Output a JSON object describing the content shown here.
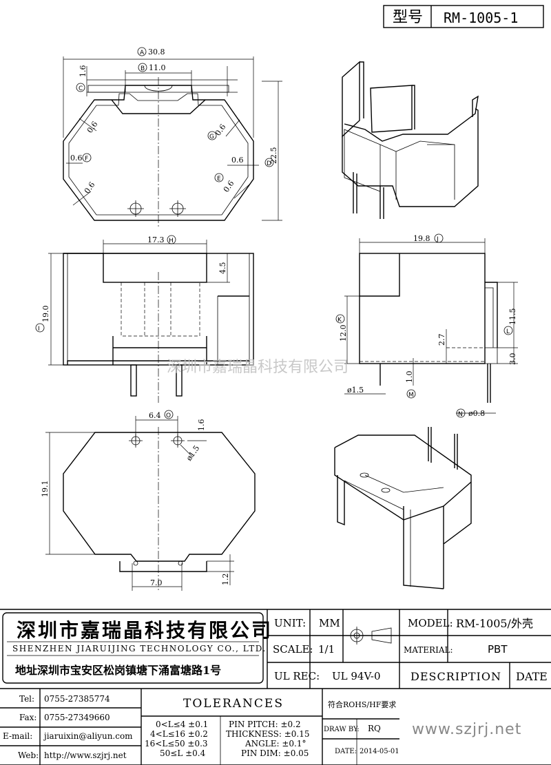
{
  "header": {
    "type_label": "型号",
    "model": "RM-1005-1"
  },
  "watermark": "深圳市嘉瑞晶科技有限公司",
  "dimensions": {
    "A": "30.8",
    "B": "11.0",
    "C": "1.6",
    "D": "22.5",
    "E": "0.6",
    "F": "0.6",
    "G": "0.6",
    "D_inner": "0.6",
    "side_06_a": "0.6",
    "side_06_b": "0.6",
    "H": "17.3",
    "I": "19.0",
    "h45": "4.5",
    "J": "19.8",
    "K": "12.0",
    "L": "11.5",
    "M": "1.0",
    "N": "ø0.8",
    "d27": "2.7",
    "d30": "3.0",
    "d15": "ø1.5",
    "O": "6.4",
    "d16b": "1.6",
    "d15b": "ø1.5",
    "d191": "19.1",
    "d70": "7.0",
    "d12": "1.2"
  },
  "circle_labels": [
    "A",
    "B",
    "C",
    "D",
    "E",
    "F",
    "G",
    "H",
    "I",
    "J",
    "K",
    "L",
    "M",
    "N",
    "O"
  ],
  "title_block": {
    "company_cn": "深圳市嘉瑞晶科技有限公司",
    "company_en": "SHENZHEN JIARUIJING TECHNOLOGY CO., LTD.",
    "address": "地址深圳市宝安区松岗镇塘下涌富塘路1号",
    "unit_label": "UNIT:",
    "unit_value": "MM",
    "scale_label": "SCALE:",
    "scale_value": "1/1",
    "ulrec_label": "UL REC:",
    "ulrec_value": "UL 94V-0",
    "model_label": "MODEL:",
    "model_value": "RM-1005/外壳",
    "material_label": "MATERIAL:",
    "material_value": "PBT",
    "description_label": "DESCRIPTION",
    "date_label": "DATE",
    "tel_label": "Tel:",
    "tel_value": "0755-27385774",
    "fax_label": "Fax:",
    "fax_value": "0755-27349660",
    "email_label": "E-mail:",
    "email_value": "jiaruixin@aliyun.com",
    "web_label": "Web:",
    "web_value": "http://www.szjrj.net",
    "tolerances_label": "TOLERANCES",
    "tol_rows": [
      "0<L≤4 ±0.1",
      "4<L≤16 ±0.2",
      "16<L≤50 ±0.3",
      "50≤L ±0.4"
    ],
    "tol_pin_rows": [
      "PIN PITCH: ±0.2",
      "THICKNESS: ±0.15",
      "ANGLE: ±0.1°",
      "PIN DIM: ±0.05"
    ],
    "rohs": "符合ROHS/HF要求",
    "drawby_label": "DRAW BY:",
    "drawby_value": "RQ",
    "date_field_label": "DATE:",
    "date_value": "2014-05-01",
    "website_big": "www.szjrj.net"
  }
}
